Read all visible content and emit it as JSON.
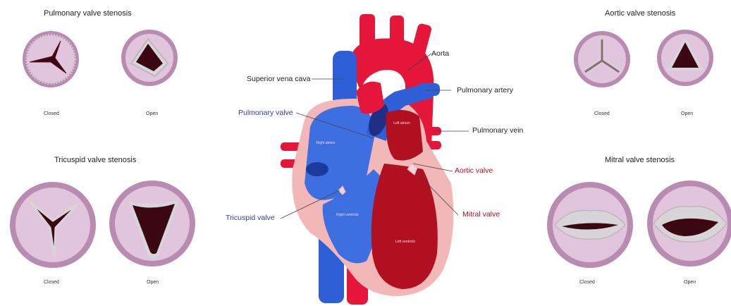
{
  "colors": {
    "valve_outer": "#b98bb0",
    "valve_inner": "#e0c5dd",
    "calcification": "#d8d5d8",
    "orifice_dark": "#3a0712",
    "blue": "#2f5fd6",
    "red": "#b0101f",
    "pink": "#f2b8b8",
    "aorta_red": "#e5163a"
  },
  "panels": {
    "pulmonary": {
      "title": "Pulmonary valve stenosis",
      "closed": "Closed",
      "open": "Open"
    },
    "tricuspid": {
      "title": "Tricuspid valve stenosis",
      "closed": "Closed",
      "open": "Open"
    },
    "aortic": {
      "title": "Aortic valve stenosis",
      "closed": "Closed",
      "open": "Open"
    },
    "mitral": {
      "title": "Mitral valve stenosis",
      "closed": "Closed",
      "open": "Open"
    }
  },
  "heart": {
    "labels": {
      "aorta": "Aorta",
      "superior_vena_cava": "Superior vena cava",
      "pulmonary_artery": "Pulmonary artery",
      "pulmonary_valve": "Pulmonary valve",
      "pulmonary_vein": "Pulmonary vein",
      "aortic_valve": "Aortic valve",
      "tricuspid_valve": "Tricuspid valve",
      "mitral_valve": "Mitral valve"
    },
    "chambers": {
      "right_atrium": "Right atrium",
      "left_atrium": "Left atrium",
      "right_ventricle": "Right ventricle",
      "left_ventricle": "Left ventricle"
    }
  }
}
